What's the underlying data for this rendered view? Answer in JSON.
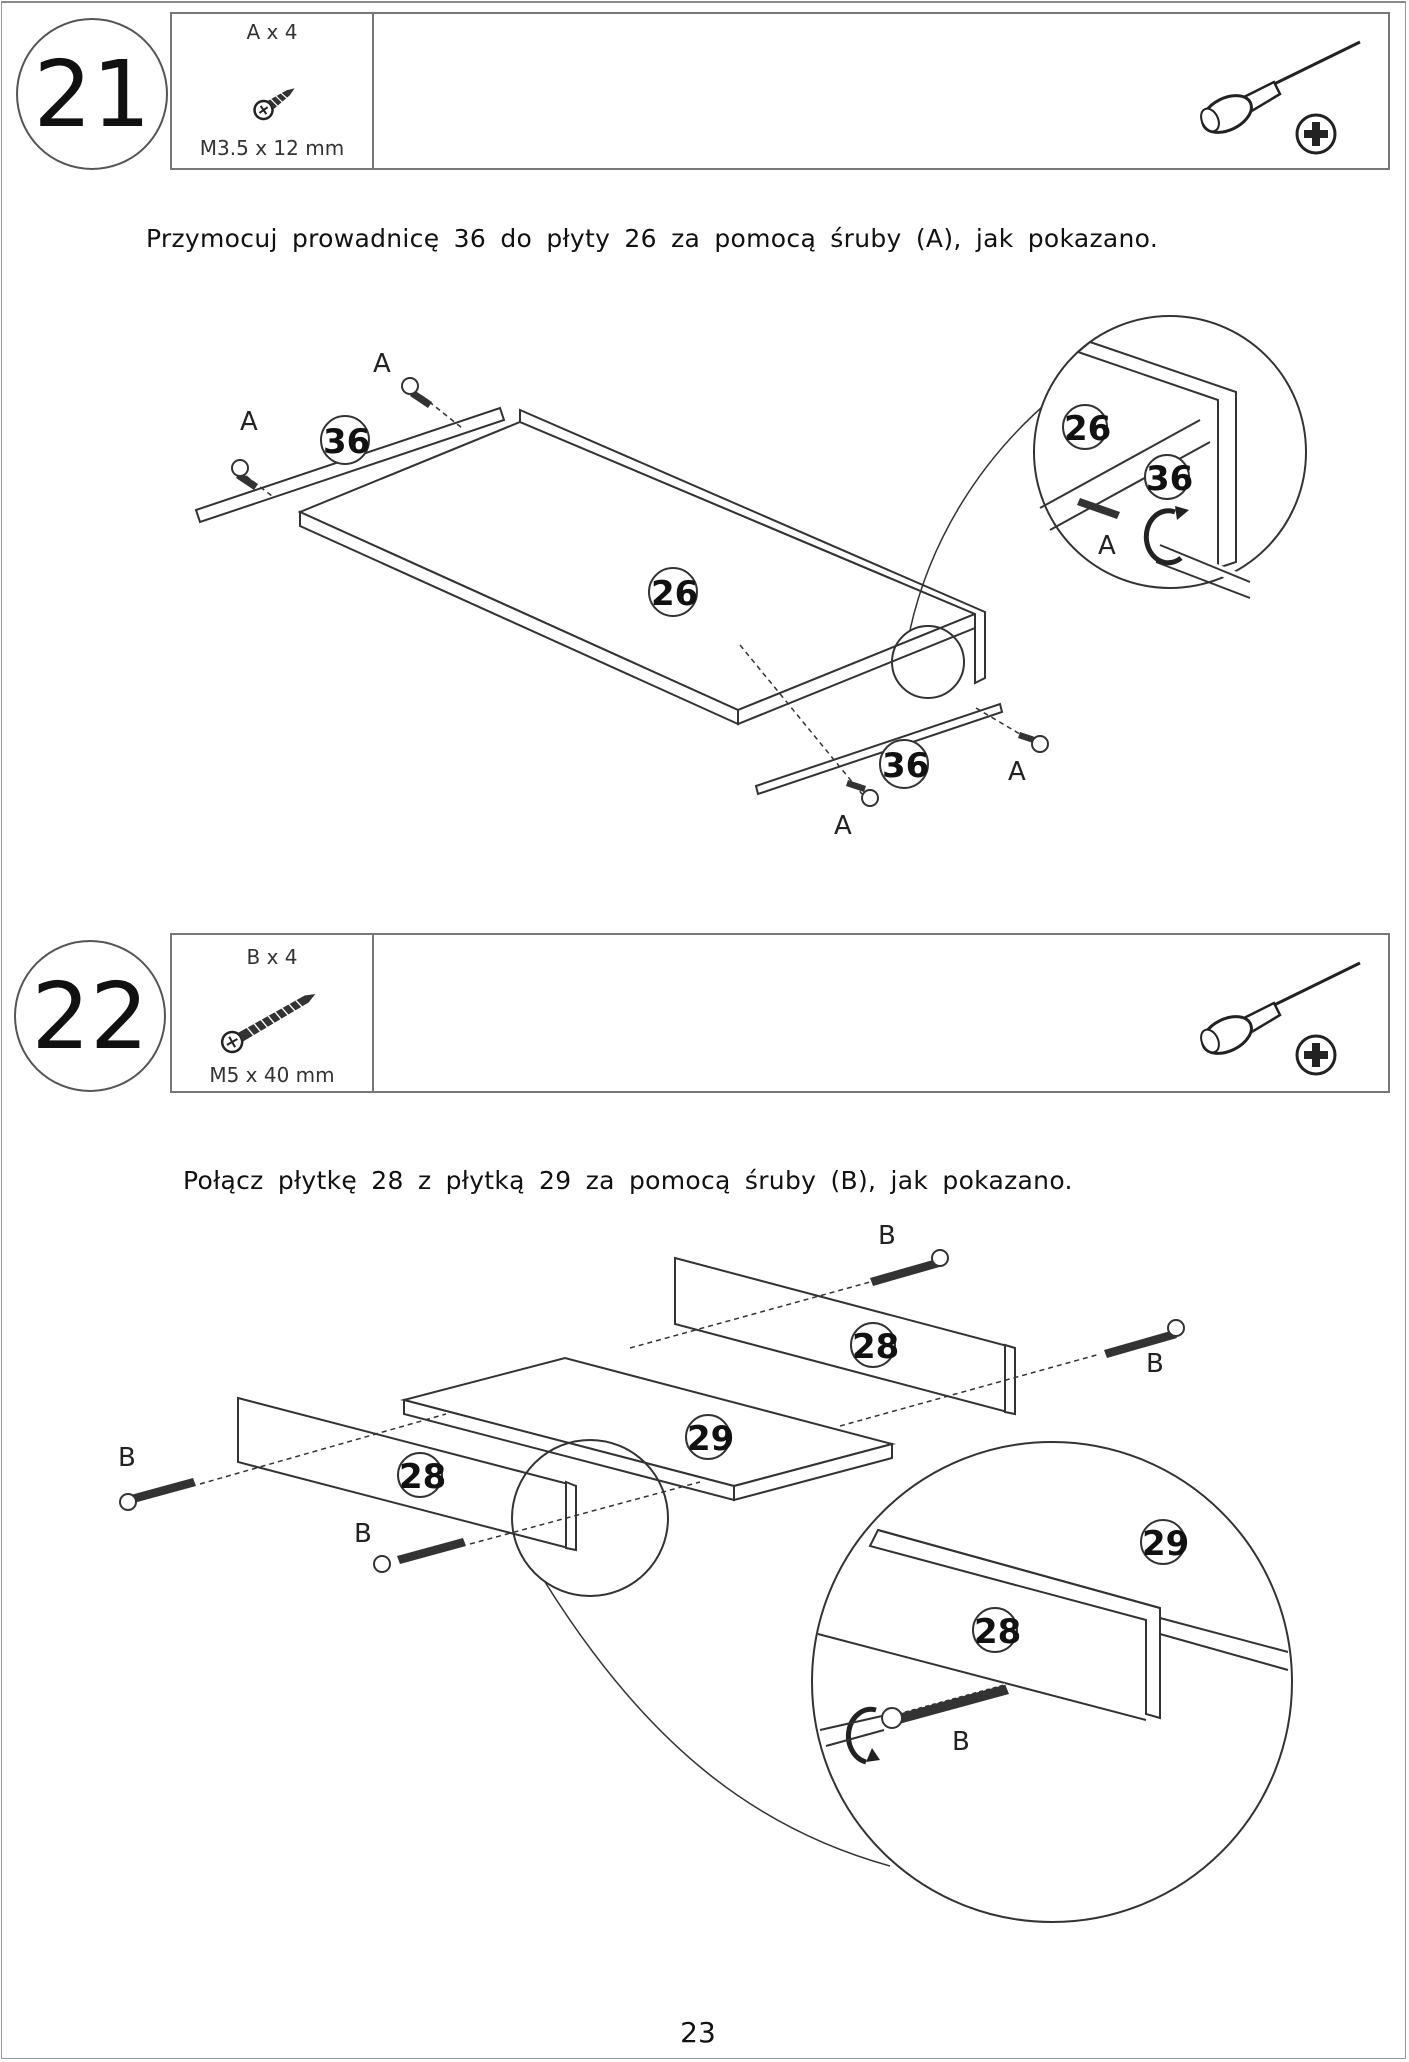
{
  "steps": [
    {
      "number": "21",
      "hardware_qty": "A x 4",
      "hardware_size": "M3.5 x 12 mm",
      "tool_icon": "phillips-screwdriver-icon",
      "instruction": "Przymocuj prowadnicę 36 do płyty 26 za pomocą śruby (A), jak pokazano.",
      "part_labels": [
        "36",
        "26",
        "36",
        "26",
        "36"
      ],
      "screw_label": "A"
    },
    {
      "number": "22",
      "hardware_qty": "B x 4",
      "hardware_size": "M5 x 40 mm",
      "tool_icon": "phillips-screwdriver-icon",
      "instruction": "Połącz płytkę 28 z płytką 29 za pomocą śruby (B), jak pokazano.",
      "part_labels": [
        "28",
        "29",
        "28",
        "28",
        "29"
      ],
      "screw_label": "B"
    }
  ],
  "page_number": "23",
  "colors": {
    "line": "#333333",
    "frame": "#777777"
  }
}
